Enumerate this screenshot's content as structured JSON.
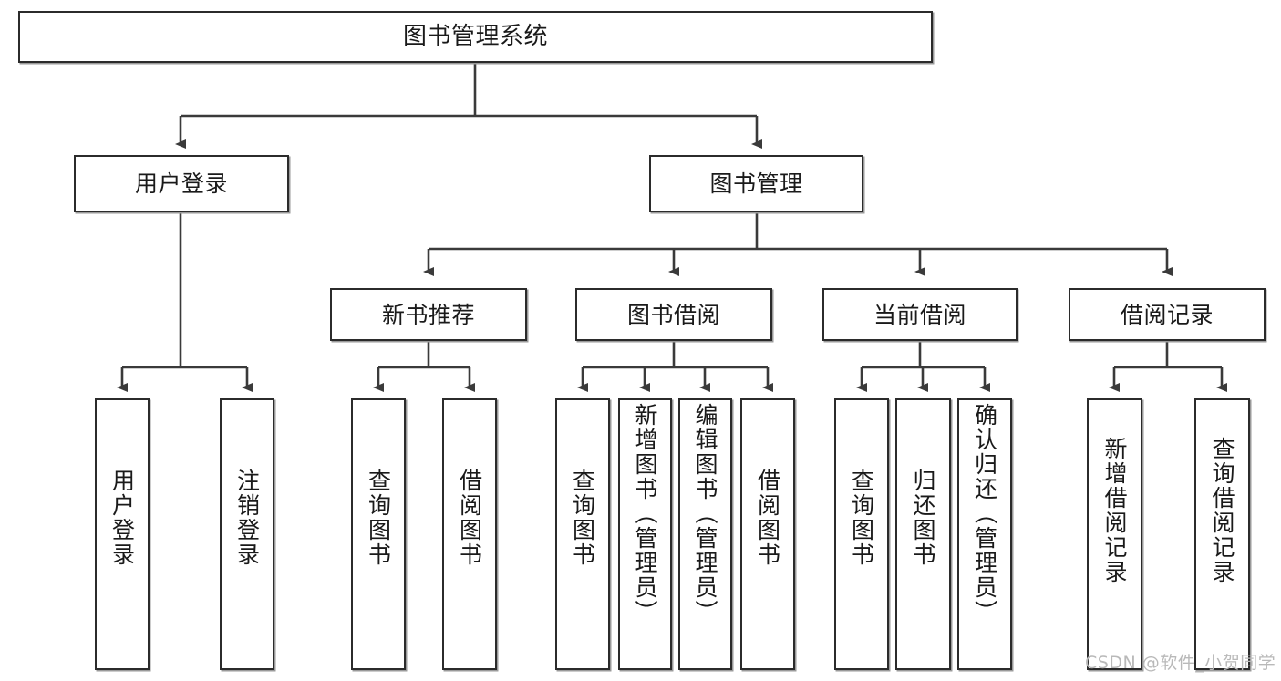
{
  "diagram": {
    "title": "图书管理系统",
    "watermark": "CSDN @软件_小贺同学",
    "colors": {
      "box_border": "#2b2b2b",
      "box_fill": "#ffffff",
      "connector": "#3a3a3a",
      "text": "#1a1a1a",
      "watermark": "#b9b9b9"
    },
    "levels": {
      "root": "图书管理系统",
      "level2": [
        "用户登录",
        "图书管理"
      ],
      "level3": [
        "新书推荐",
        "图书借阅",
        "当前借阅",
        "借阅记录"
      ]
    },
    "nodes": {
      "root": "图书管理系统",
      "user_login": "用户登录",
      "book_manage": "图书管理",
      "new_book_rec": "新书推荐",
      "book_borrow": "图书借阅",
      "current_borrow": "当前借阅",
      "borrow_record": "借阅记录",
      "leaf_user_login": "用户登录",
      "leaf_logout": "注销登录",
      "leaf_query_book_1": "查询图书",
      "leaf_borrow_book_1": "借阅图书",
      "leaf_query_book_2": "查询图书",
      "leaf_add_book_admin": "新增图书（管理员）",
      "leaf_edit_book_admin": "编辑图书（管理员）",
      "leaf_borrow_book_2": "借阅图书",
      "leaf_query_book_3": "查询图书",
      "leaf_return_book": "归还图书",
      "leaf_confirm_return_admin": "确认归还（管理员）",
      "leaf_add_record": "新增借阅记录",
      "leaf_query_record": "查询借阅记录"
    }
  }
}
